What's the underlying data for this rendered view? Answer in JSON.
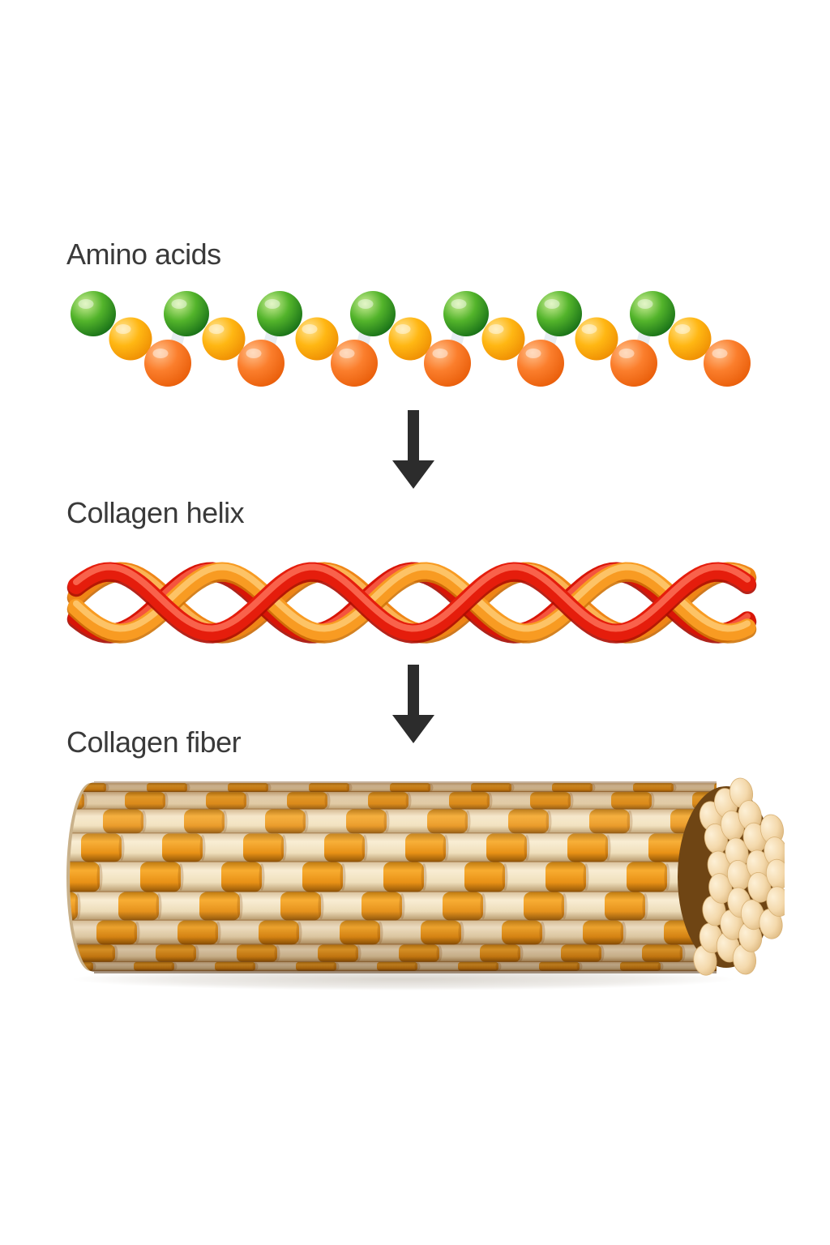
{
  "background_color": "#ffffff",
  "text_color": "#3a3a3a",
  "labels": {
    "amino_acids": "Amino acids",
    "collagen_helix": "Collagen helix",
    "collagen_fiber": "Collagen fiber"
  },
  "arrows": {
    "color": "#2c2c2c",
    "direction": "down",
    "count": 2
  },
  "amino_chain": {
    "unit_count": 7,
    "unit_pattern": [
      "green",
      "yellow",
      "orange"
    ],
    "sphere_colors": {
      "green": {
        "highlight": "#cdef97",
        "mid": "#53b42b",
        "edge": "#156d17"
      },
      "yellow": {
        "highlight": "#ffe493",
        "mid": "#ffb713",
        "edge": "#ee8c02"
      },
      "orange": {
        "highlight": "#ffc08c",
        "mid": "#fb7e2c",
        "edge": "#e85c08"
      }
    },
    "bond_color": "#e7edf2"
  },
  "helix": {
    "strand_count": 4,
    "strands": [
      {
        "name": "orange-back",
        "main": "#ef8516",
        "hi": "#ffc469",
        "dark": "#c96a08"
      },
      {
        "name": "red-back",
        "main": "#d81507",
        "hi": "#ff6a52",
        "dark": "#a50b02"
      },
      {
        "name": "orange-front",
        "main": "#f89b22",
        "hi": "#ffd07e",
        "dark": "#cf7409"
      },
      {
        "name": "red-front",
        "main": "#e51d0c",
        "hi": "#ff7a60",
        "dark": "#ad0c02"
      }
    ]
  },
  "fiber": {
    "row_count": 9,
    "segment_colors": {
      "gold": {
        "top": "#bf7b11",
        "light": "#f8ac30",
        "mid": "#e89116",
        "bottom": "#8f5406"
      },
      "cream": {
        "top": "#d9c29d",
        "light": "#f9edd3",
        "mid": "#efdfbc",
        "bottom": "#b89a6d"
      }
    },
    "separator_color": "#7c3f08",
    "left_rim_color": "#c9b18a",
    "end_face": {
      "backing": "#6f4514",
      "circle_light": "#fdf0d6",
      "circle_mid": "#f4d9ac",
      "circle_edge": "#d8b175"
    },
    "shadow_color": "#5a4628"
  }
}
